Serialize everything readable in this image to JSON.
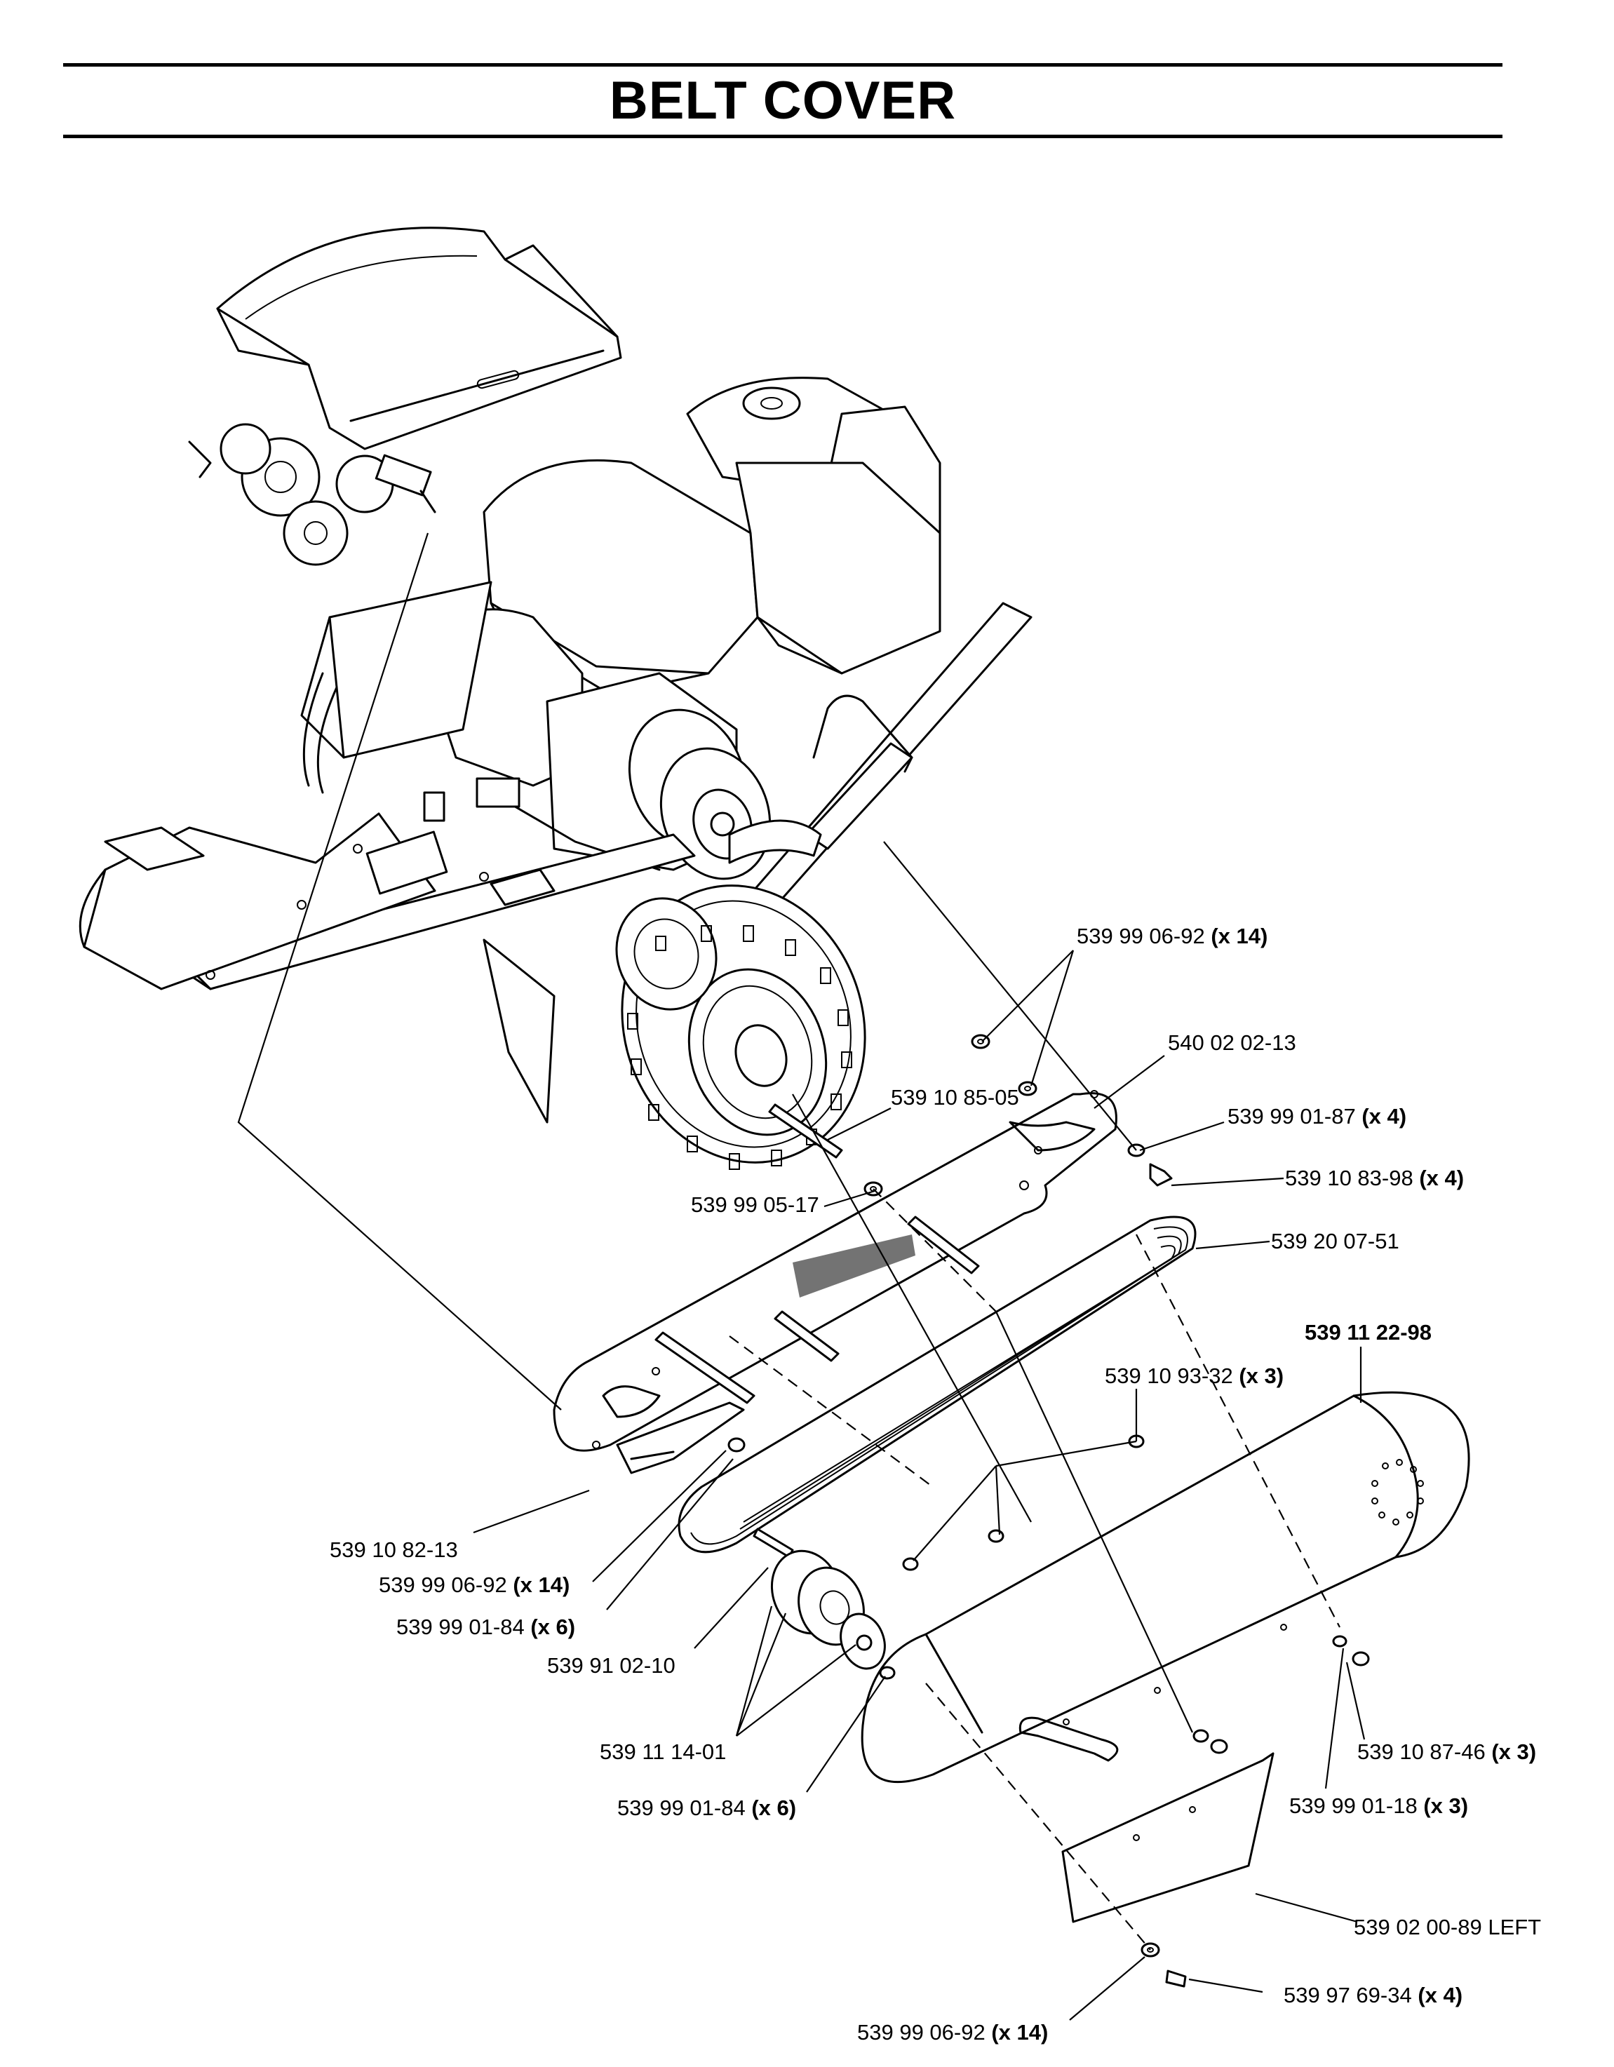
{
  "title": "BELT COVER",
  "callouts": [
    {
      "id": "c1",
      "part": "539 99 06-92",
      "qty": "(x 14)"
    },
    {
      "id": "c2",
      "part": "540 02 02-13",
      "qty": ""
    },
    {
      "id": "c3",
      "part": "539 99 01-87",
      "qty": "(x 4)"
    },
    {
      "id": "c4",
      "part": "539 10 85-05",
      "qty": ""
    },
    {
      "id": "c5",
      "part": "539 10 83-98",
      "qty": "(x 4)"
    },
    {
      "id": "c6",
      "part": "539 99 05-17",
      "qty": ""
    },
    {
      "id": "c7",
      "part": "539 20 07-51",
      "qty": ""
    },
    {
      "id": "c8",
      "part": "539 11 22-98",
      "qty": "",
      "bold": true
    },
    {
      "id": "c9",
      "part": "539 10 93-32",
      "qty": "(x 3)"
    },
    {
      "id": "c10",
      "part": "539 10 82-13",
      "qty": ""
    },
    {
      "id": "c11",
      "part": "539 99 06-92",
      "qty": "(x 14)"
    },
    {
      "id": "c12",
      "part": "539 99 01-84",
      "qty": "(x 6)"
    },
    {
      "id": "c13",
      "part": "539 91 02-10",
      "qty": ""
    },
    {
      "id": "c14",
      "part": "539 11 14-01",
      "qty": ""
    },
    {
      "id": "c15",
      "part": "539 10 87-46",
      "qty": "(x 3)"
    },
    {
      "id": "c16",
      "part": "539 99 01-84",
      "qty": "(x 6)"
    },
    {
      "id": "c17",
      "part": "539 99 01-18",
      "qty": "(x 3)"
    },
    {
      "id": "c18",
      "part": "539 02 00-89 LEFT",
      "qty": ""
    },
    {
      "id": "c19",
      "part": "539 97 69-34",
      "qty": "(x 4)"
    },
    {
      "id": "c20",
      "part": "539 99 06-92",
      "qty": "(x 14)"
    }
  ]
}
